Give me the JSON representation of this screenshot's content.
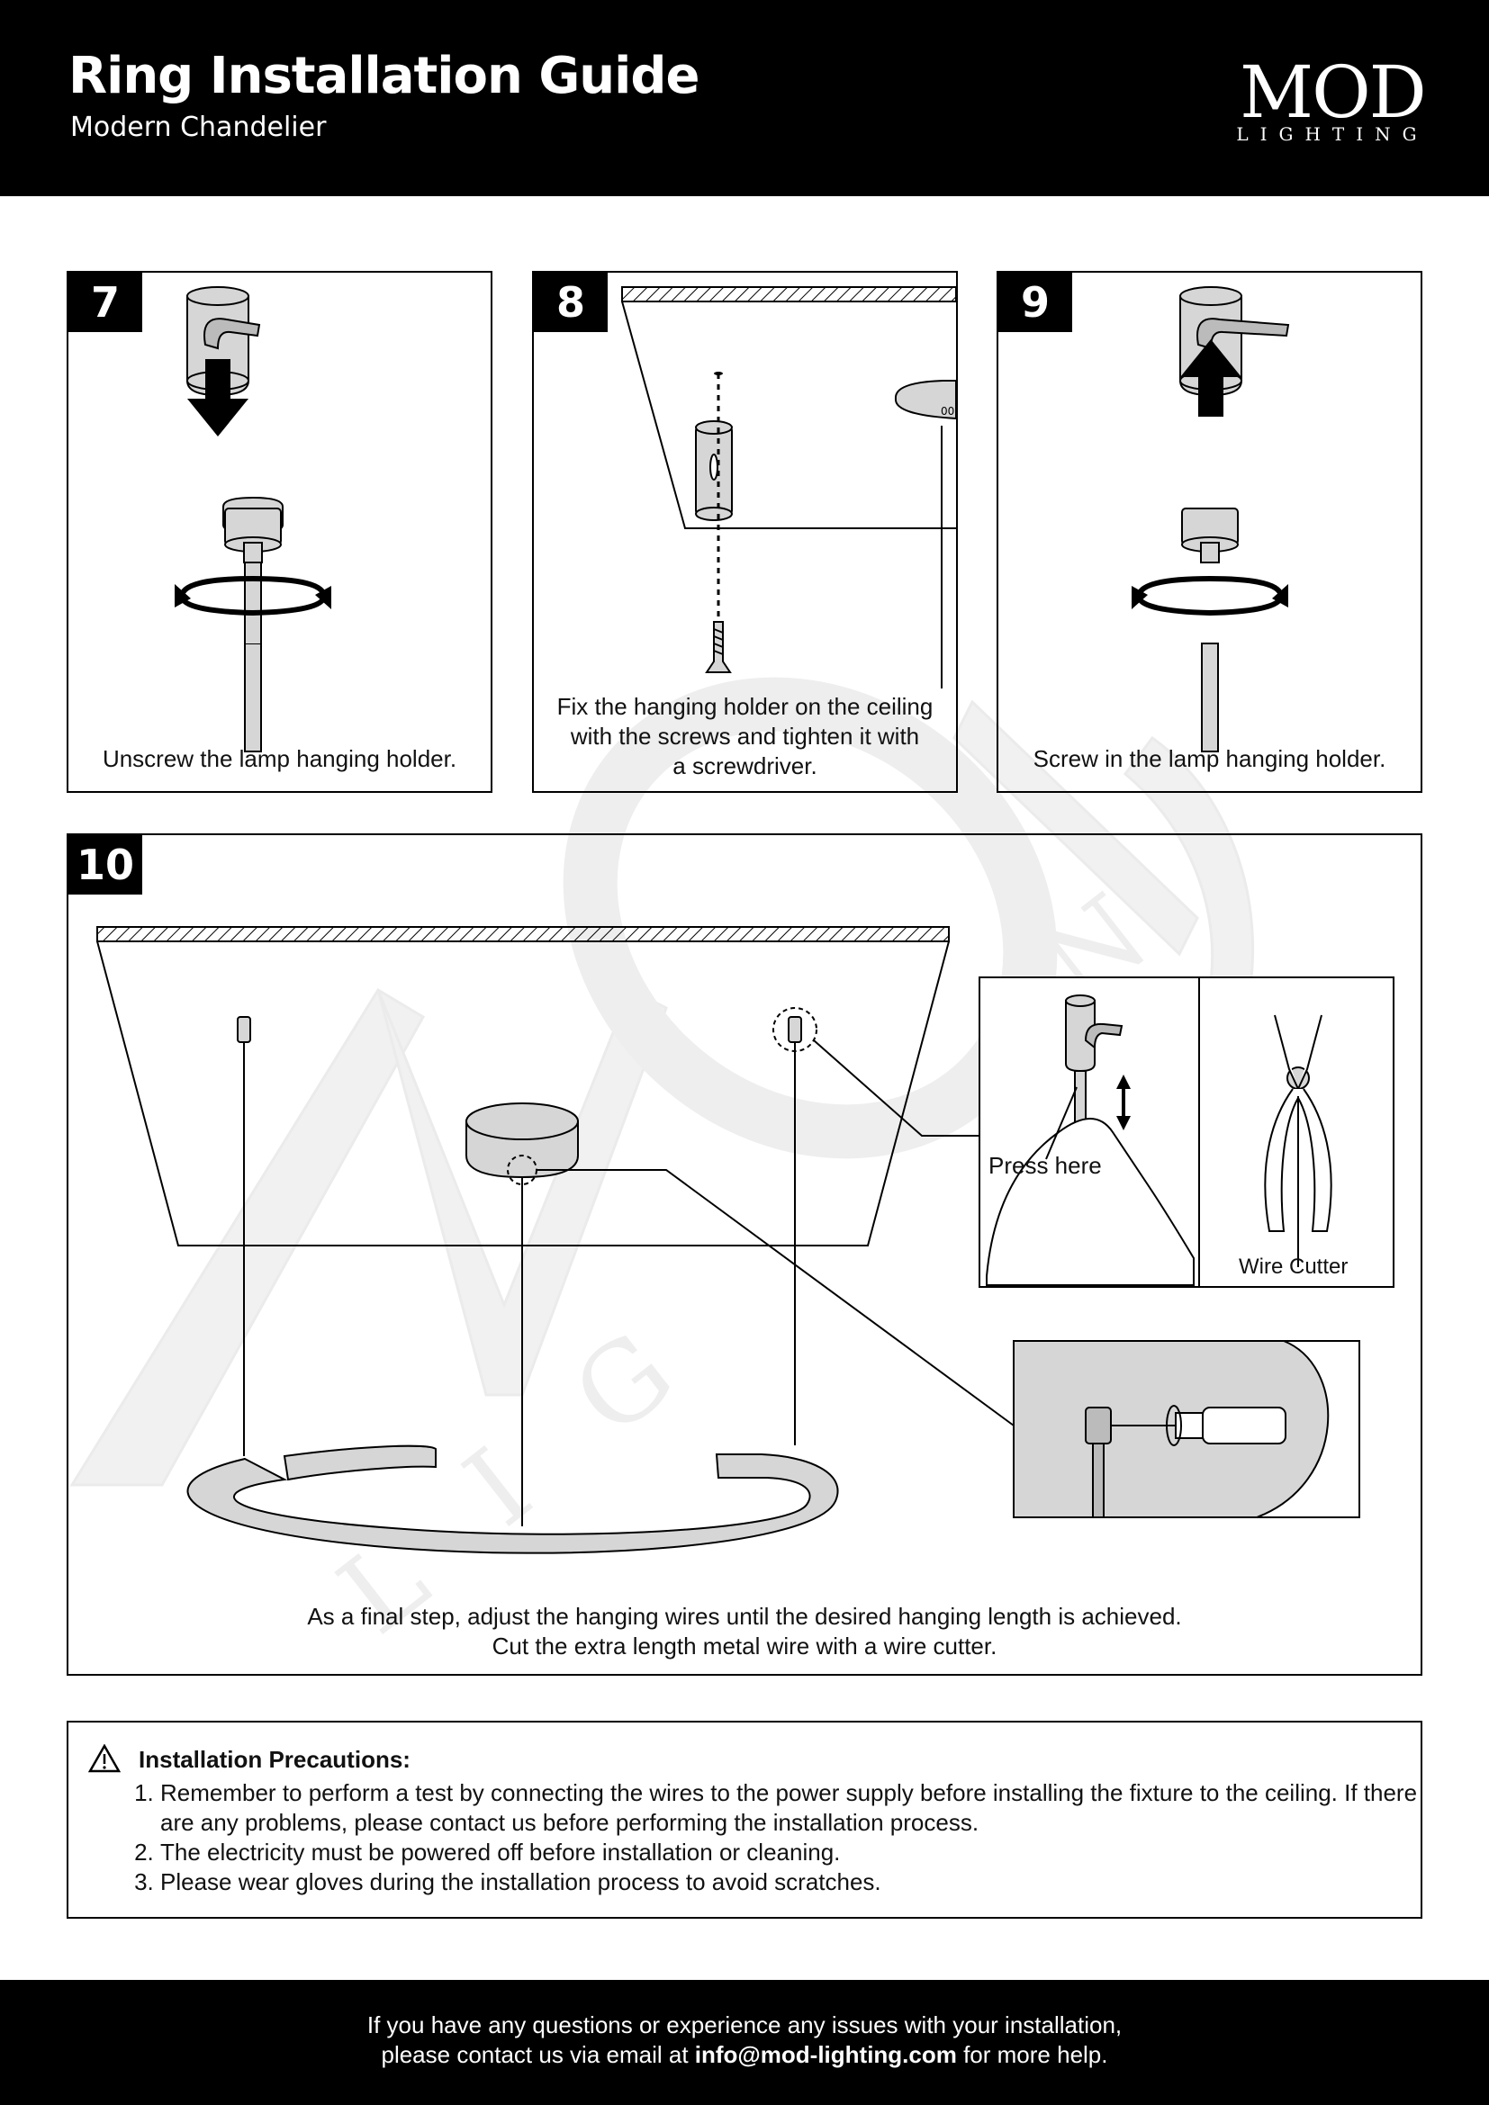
{
  "header": {
    "title": "Ring Installation Guide",
    "subtitle": "Modern Chandelier",
    "logo_main": "MOD",
    "logo_sub": "LIGHTING"
  },
  "steps": [
    {
      "number": "7",
      "caption": "Unscrew the lamp hanging holder."
    },
    {
      "number": "8",
      "caption_lines": [
        "Fix the hanging holder on the ceiling",
        "with the screws and tighten it with",
        "a screwdriver."
      ]
    },
    {
      "number": "9",
      "caption": "Screw in the lamp hanging holder."
    },
    {
      "number": "10",
      "caption_lines": [
        "As a final step, adjust the hanging wires until the desired hanging length is achieved.",
        "Cut the extra length metal wire with a wire cutter."
      ],
      "detail_press_label": "Press here",
      "detail_cutter_label": "Wire Cutter"
    }
  ],
  "precautions": {
    "title": "Installation Precautions:",
    "items": [
      "Remember to perform a test by connecting the wires to the power supply before installing the fixture to the ceiling. If there are any problems, please contact us before performing the installation process.",
      "The electricity must be powered off before installation or cleaning.",
      "Please wear gloves during the installation process to avoid scratches."
    ]
  },
  "footer": {
    "line1": "If you have any questions or experience any issues with your installation,",
    "line2_before": "please contact us via email at ",
    "email": "info@mod-lighting.com",
    "line2_after": " for more help."
  },
  "colors": {
    "header_bg": "#000000",
    "part_fill": "#d6d6d6",
    "watermark": "#f0f0f0"
  }
}
